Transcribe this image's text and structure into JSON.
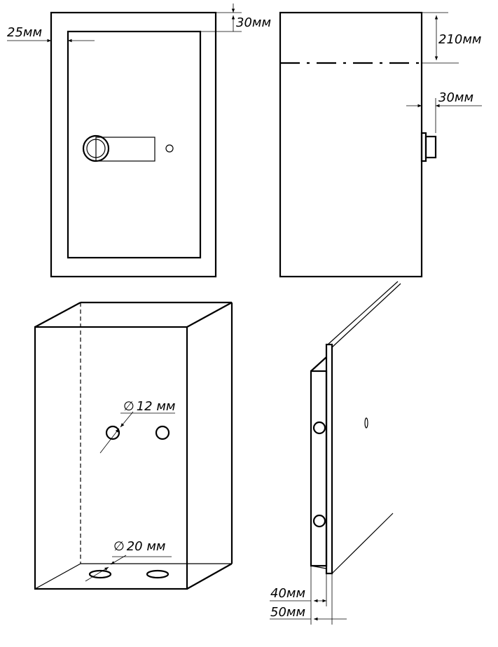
{
  "dimensions": {
    "front_frame_side": "25мм",
    "front_frame_top": "30мм",
    "side_top_section": "210мм",
    "side_handle_depth": "30мм",
    "hole_small": "12 мм",
    "hole_large": "20 мм",
    "door_inner_depth": "40мм",
    "door_outer_depth": "50мм"
  },
  "symbols": {
    "diameter": "∅"
  }
}
